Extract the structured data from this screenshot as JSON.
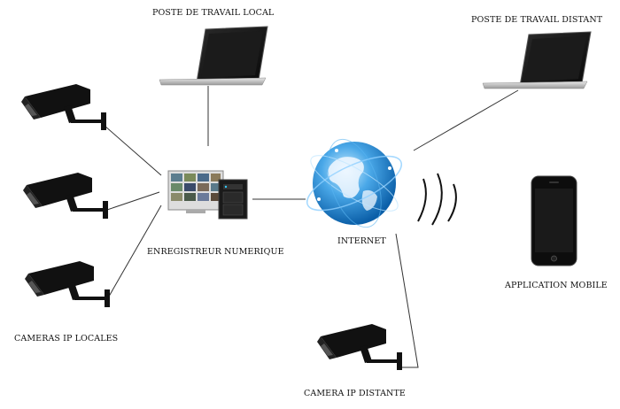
{
  "labels": {
    "local_workstation": "POSTE DE TRAVAIL LOCAL",
    "remote_workstation": "POSTE DE TRAVAIL DISTANT",
    "recorder": "ENREGISTREUR NUMERIQUE",
    "internet": "INTERNET",
    "mobile_app": "APPLICATION MOBILE",
    "local_cameras": "CAMERAS IP LOCALES",
    "remote_camera": "CAMERA IP DISTANTE"
  },
  "colors": {
    "line": "#333333",
    "device": "#111111",
    "globe": "#1a7fd0",
    "background": "#ffffff"
  },
  "icons": [
    "laptop-icon",
    "cctv-camera-icon",
    "nvr-icon",
    "globe-icon",
    "smartphone-icon",
    "wireless-signal-icon"
  ]
}
